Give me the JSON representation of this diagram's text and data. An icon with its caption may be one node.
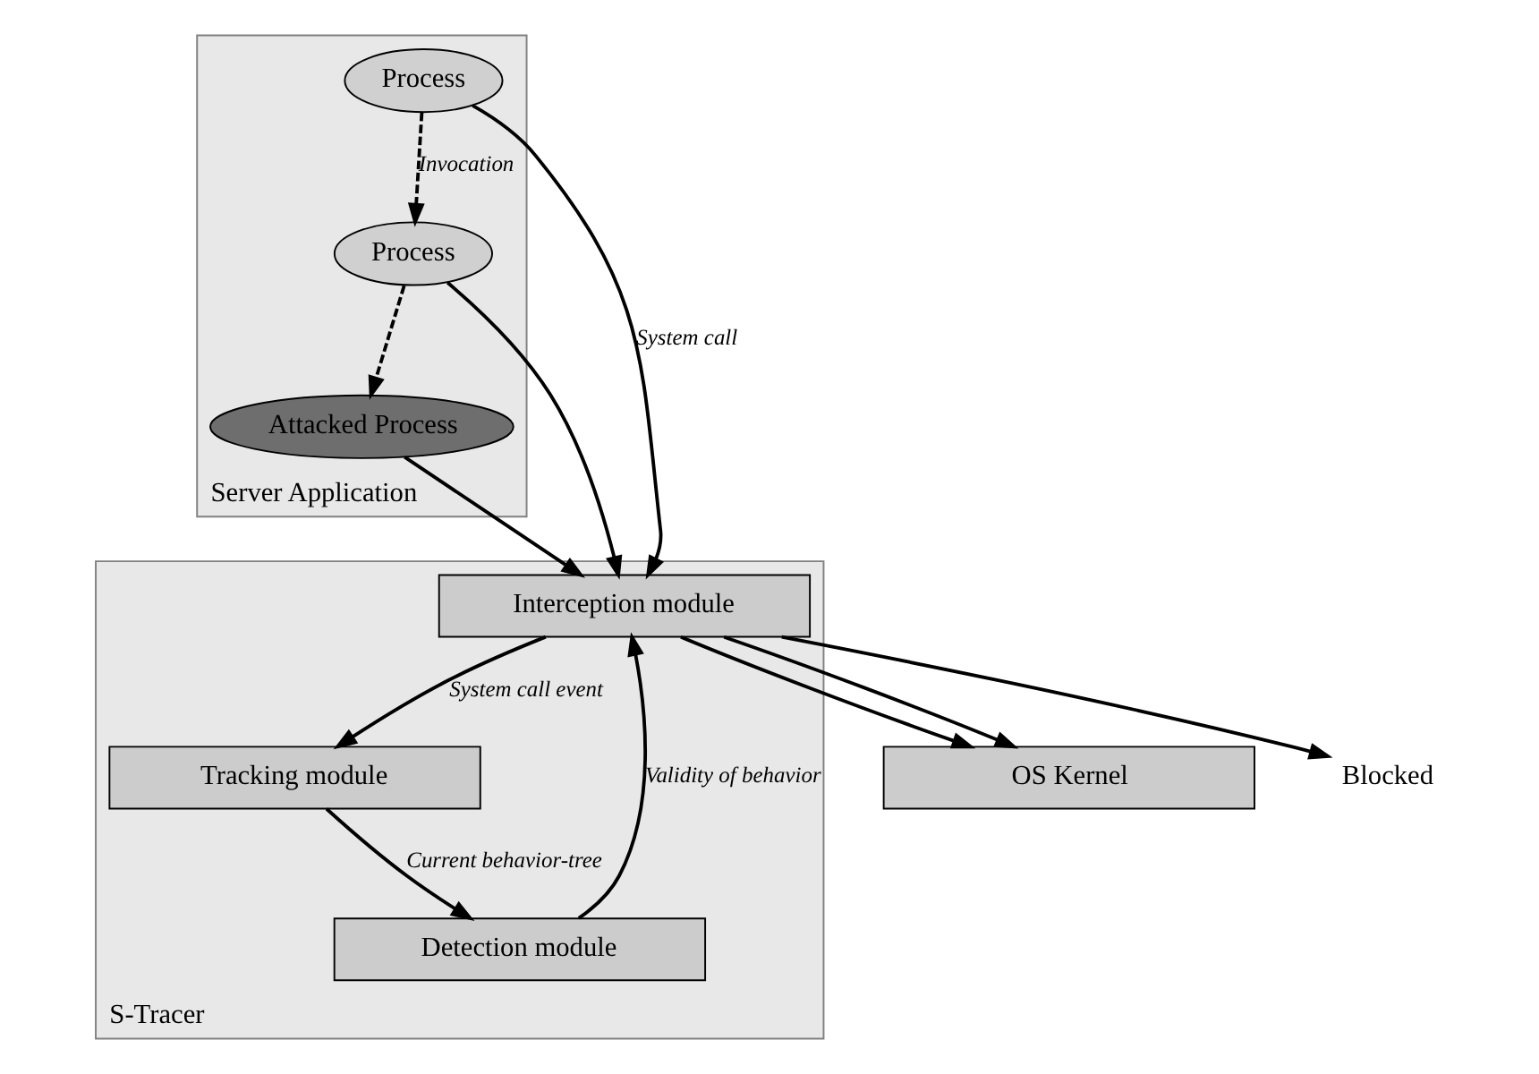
{
  "diagram": {
    "nodes": [
      {
        "text": [
          "Server Application"
        ]
      },
      {
        "text": [
          "Process"
        ],
        "in": 0
      },
      {
        "text": [
          "Attacked Process"
        ],
        "in": 0
      },
      {
        "text": [
          "Process"
        ],
        "in": 0
      },
      {
        "text": [
          "S-Tracer"
        ]
      },
      {
        "text": [
          "Interception module"
        ],
        "in": 4
      },
      {
        "text": [
          "Tracking module"
        ],
        "in": 4
      },
      {
        "text": [
          "Detection module"
        ],
        "in": 4
      },
      {
        "text": [
          "OS Kernel"
        ]
      },
      {
        "text": [
          "Blocked"
        ]
      }
    ],
    "edges": [
      {
        "from": 1,
        "to": 3,
        "arrow": "to",
        "style": "dashed",
        "label": "Invocation"
      },
      {
        "from": 3,
        "to": 2,
        "arrow": "to",
        "style": "dashed"
      },
      {
        "from": 1,
        "to": 5,
        "arrow": "to",
        "label": "System call"
      },
      {
        "from": 3,
        "to": 5,
        "arrow": "to"
      },
      {
        "from": 2,
        "to": 5,
        "arrow": "to"
      },
      {
        "from": 5,
        "to": 9,
        "arrow": "to"
      },
      {
        "from": 5,
        "to": 6,
        "arrow": "to",
        "label": "System call event"
      },
      {
        "from": 6,
        "to": 7,
        "arrow": "to",
        "label": "Current behavior-tree"
      },
      {
        "from": 7,
        "to": 5,
        "arrow": "to",
        "label": "Validity of behavior"
      },
      {
        "from": 5,
        "to": 8,
        "arrow": "to"
      },
      {
        "from": 5,
        "to": 8,
        "arrow": "to"
      }
    ]
  }
}
